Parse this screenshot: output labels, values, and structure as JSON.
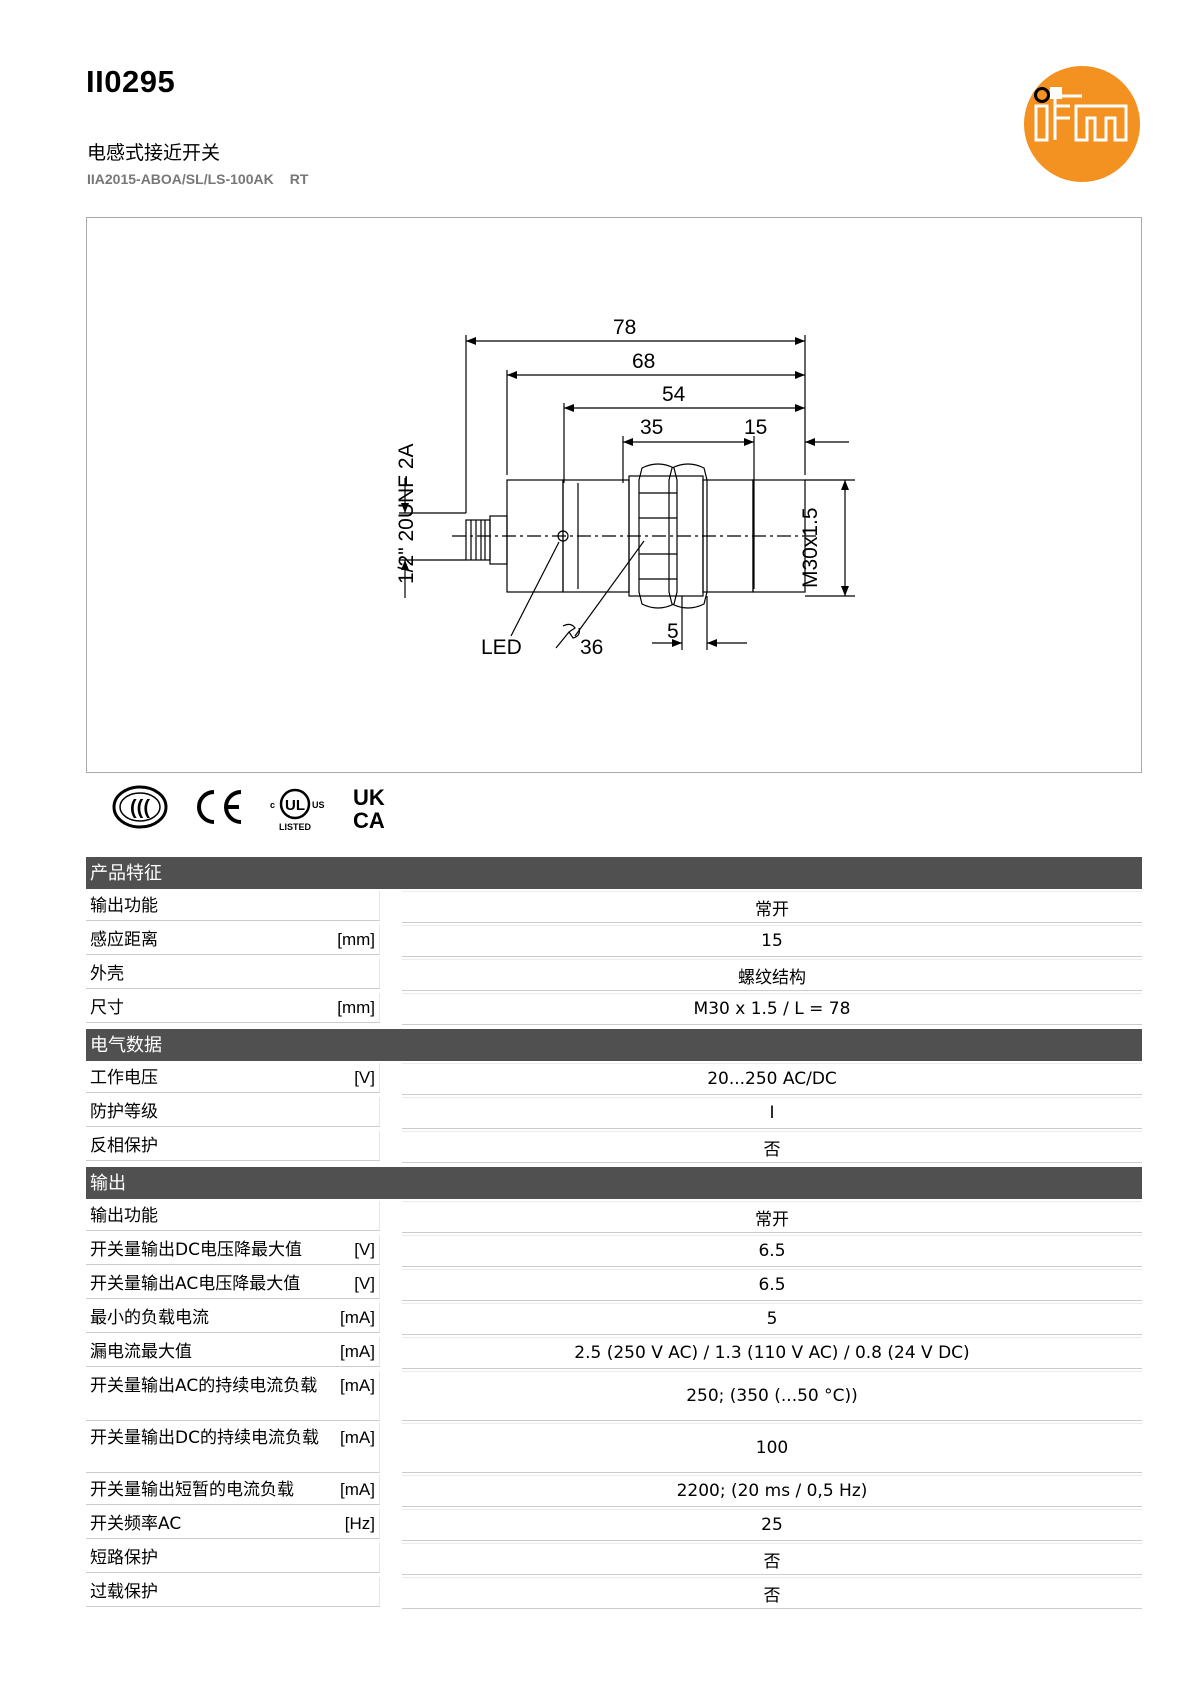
{
  "header": {
    "title": "II0295",
    "subtitle": "电感式接近开关",
    "article_code": "IIA2015-ABOA/SL/LS-100AK",
    "suffix": "RT",
    "logo_text": "ifm",
    "brand_color": "#f39121"
  },
  "drawing": {
    "dim_78": "78",
    "dim_68": "68",
    "dim_54": "54",
    "dim_35": "35",
    "dim_15": "15",
    "dim_5": "5",
    "dim_36": "36",
    "thread_left": "1/2\" 20UNF 2A",
    "thread_right": "M30x1.5",
    "led_label": "LED"
  },
  "certifications": [
    "ccc-mark",
    "ce-mark",
    "cul-listed-mark",
    "ukca-mark"
  ],
  "cert_text": {
    "ul": "LISTED",
    "uk": "UK",
    "ca": "CA"
  },
  "sections": [
    {
      "title": "产品特征",
      "rows": [
        {
          "label": "输出功能",
          "unit": "",
          "value": "常开"
        },
        {
          "label": "感应距离",
          "unit": "[mm]",
          "value": "15"
        },
        {
          "label": "外壳",
          "unit": "",
          "value": "螺纹结构"
        },
        {
          "label": "尺寸",
          "unit": "[mm]",
          "value": "M30 x 1.5 / L = 78"
        }
      ]
    },
    {
      "title": "电气数据",
      "rows": [
        {
          "label": "工作电压",
          "unit": "[V]",
          "value": "20...250 AC/DC"
        },
        {
          "label": "防护等级",
          "unit": "",
          "value": "I"
        },
        {
          "label": "反相保护",
          "unit": "",
          "value": "否"
        }
      ]
    },
    {
      "title": "输出",
      "rows": [
        {
          "label": "输出功能",
          "unit": "",
          "value": "常开"
        },
        {
          "label": "开关量输出DC电压降最大值",
          "unit": "[V]",
          "value": "6.5"
        },
        {
          "label": "开关量输出AC电压降最大值",
          "unit": "[V]",
          "value": "6.5"
        },
        {
          "label": "最小的负载电流",
          "unit": "[mA]",
          "value": "5"
        },
        {
          "label": "漏电流最大值",
          "unit": "[mA]",
          "value": "2.5 (250 V AC) / 1.3 (110 V AC) / 0.8 (24 V DC)"
        },
        {
          "label": "开关量输出AC的持续电流负载",
          "unit": "[mA]",
          "value": "250;  (350 (...50 °C))",
          "double": true
        },
        {
          "label": "开关量输出DC的持续电流负载",
          "unit": "[mA]",
          "value": "100",
          "double": true
        },
        {
          "label": "开关量输出短暂的电流负载",
          "unit": "[mA]",
          "value": "2200;  (20 ms / 0,5 Hz)"
        },
        {
          "label": "开关频率AC",
          "unit": "[Hz]",
          "value": "25"
        },
        {
          "label": "短路保护",
          "unit": "",
          "value": "否"
        },
        {
          "label": "过载保护",
          "unit": "",
          "value": "否"
        }
      ]
    }
  ]
}
